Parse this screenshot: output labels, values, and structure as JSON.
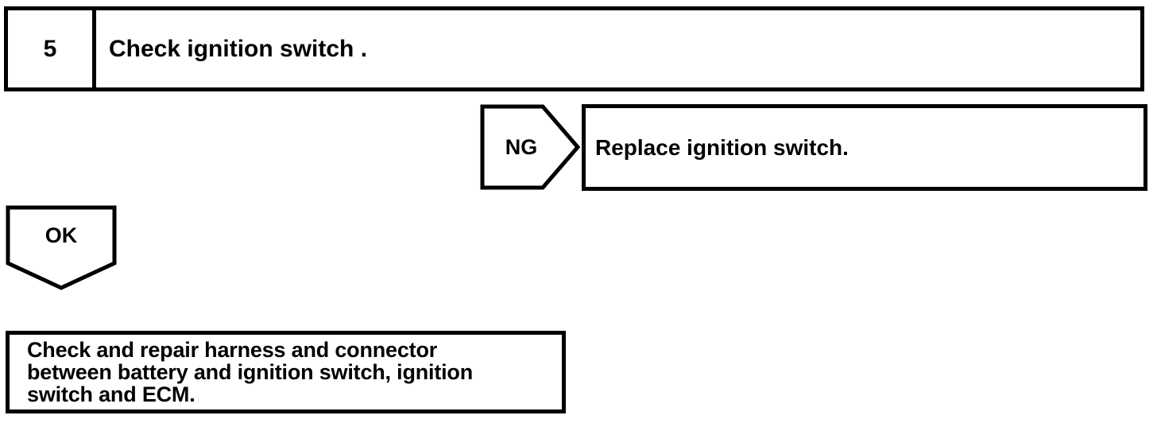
{
  "diagram": {
    "kind": "diagnostic-flowchart",
    "colors": {
      "stroke": "#000000",
      "background": "#ffffff",
      "text": "#000000"
    },
    "step": {
      "number": "5",
      "instruction": "Check ignition switch ."
    },
    "branches": {
      "ng": {
        "label": "NG",
        "result": "Replace ignition switch."
      },
      "ok": {
        "label": "OK"
      }
    },
    "action": {
      "lines": [
        "Check and repair harness and connector",
        "between battery and ignition switch, ignition",
        "switch and ECM."
      ]
    }
  }
}
